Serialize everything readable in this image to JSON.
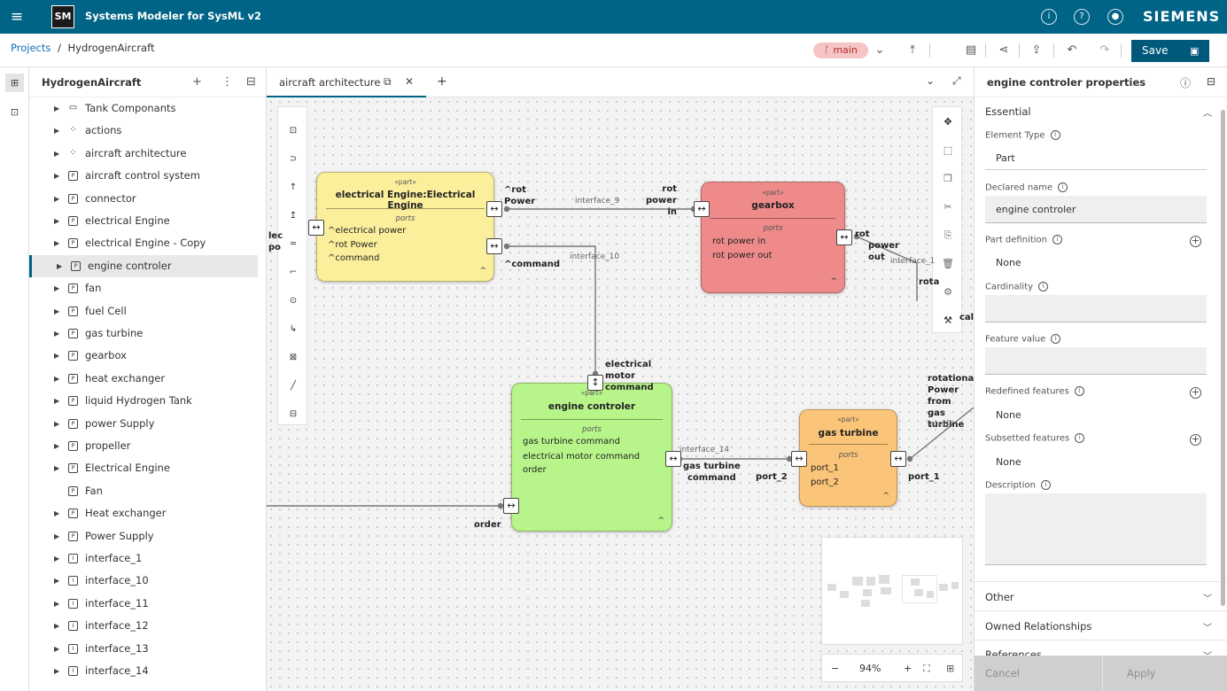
{
  "app": {
    "logo": "SM",
    "title": "Systems Modeler for SysML v2",
    "brand": "SIEMENS",
    "icons": [
      "menu-icon",
      "info-icon",
      "help-icon",
      "user-icon"
    ]
  },
  "breadcrumb": {
    "projects": "Projects",
    "separator": "/",
    "current": "HydrogenAircraft"
  },
  "toolbar": {
    "branch": "main",
    "save_label": "Save"
  },
  "tree": {
    "title": "HydrogenAircraft",
    "items": [
      {
        "label": "Tank Componants",
        "icon": "folder-icon",
        "expandable": true
      },
      {
        "label": "actions",
        "icon": "actions-icon",
        "expandable": true
      },
      {
        "label": "aircraft architecture",
        "icon": "actions-icon",
        "expandable": true
      },
      {
        "label": "aircraft control system",
        "icon": "part-icon",
        "expandable": true
      },
      {
        "label": "connector",
        "icon": "part-icon",
        "expandable": true
      },
      {
        "label": "electrical Engine",
        "icon": "part-icon",
        "expandable": true
      },
      {
        "label": "electrical Engine - Copy",
        "icon": "part-icon",
        "expandable": true
      },
      {
        "label": "engine controler",
        "icon": "part-icon",
        "expandable": true,
        "selected": true
      },
      {
        "label": "fan",
        "icon": "part-icon",
        "expandable": true
      },
      {
        "label": "fuel Cell",
        "icon": "part-icon",
        "expandable": true
      },
      {
        "label": "gas turbine",
        "icon": "part-icon",
        "expandable": true
      },
      {
        "label": "gearbox",
        "icon": "part-icon",
        "expandable": true
      },
      {
        "label": "heat exchanger",
        "icon": "part-icon",
        "expandable": true
      },
      {
        "label": "liquid Hydrogen Tank",
        "icon": "part-icon",
        "expandable": true
      },
      {
        "label": "power Supply",
        "icon": "part-icon",
        "expandable": true
      },
      {
        "label": "propeller",
        "icon": "part-icon",
        "expandable": true
      },
      {
        "label": "Electrical Engine",
        "icon": "part-def-icon",
        "expandable": true
      },
      {
        "label": "Fan",
        "icon": "part-def-icon",
        "expandable": false
      },
      {
        "label": "Heat exchanger",
        "icon": "part-def-icon",
        "expandable": true
      },
      {
        "label": "Power Supply",
        "icon": "part-def-icon",
        "expandable": true
      },
      {
        "label": "interface_1",
        "icon": "interface-icon",
        "expandable": true
      },
      {
        "label": "interface_10",
        "icon": "interface-icon",
        "expandable": true
      },
      {
        "label": "interface_11",
        "icon": "interface-icon",
        "expandable": true
      },
      {
        "label": "interface_12",
        "icon": "interface-icon",
        "expandable": true
      },
      {
        "label": "interface_13",
        "icon": "interface-icon",
        "expandable": true
      },
      {
        "label": "interface_14",
        "icon": "interface-icon",
        "expandable": true
      }
    ]
  },
  "editor": {
    "tab_label": "aircraft architecture",
    "add_tab": "+"
  },
  "diagram": {
    "stereotype": "«part»",
    "ports_label": "ports",
    "electrical_engine": {
      "name": "electrical Engine:Electrical Engine",
      "ports": [
        "^electrical power",
        "^rot Power",
        "^command"
      ]
    },
    "gearbox": {
      "name": "gearbox",
      "ports": [
        "rot power in",
        "rot power out"
      ]
    },
    "engine_controler": {
      "name": "engine controler",
      "ports": [
        "gas turbine command",
        "electrical motor command",
        "order"
      ]
    },
    "gas_turbine": {
      "name": "gas turbine",
      "ports": [
        "port_1",
        "port_2"
      ]
    },
    "labels": {
      "rot_power_out": "^rot\nPower",
      "command_out": "^command",
      "rot_power_in": "rot\npower\nin",
      "rot": "rot",
      "power_out": "power\nout",
      "electrical_motor_command": "electrical\nmotor\ncommand",
      "gas_turbine_command": "gas turbine\ncommand",
      "port_2": "port_2",
      "port_1": "port_1",
      "order": "order",
      "rotational_power": "rotational\nPower\nfrom\ngas\nturbine",
      "left_cut": "lec\npo",
      "rota_cut": "rota",
      "cal_cut": "cal"
    },
    "interfaces": {
      "i9": "interface_9",
      "i10": "interface_10",
      "i14": "interface_14",
      "i1": "interface_1",
      "i_cut": "interfa"
    }
  },
  "zoom": {
    "level": "94%",
    "minus": "−",
    "plus": "+"
  },
  "properties": {
    "title": "engine controler properties",
    "essential": "Essential",
    "element_type_label": "Element Type",
    "element_type": "Part",
    "declared_name_label": "Declared name",
    "declared_name": "engine controler",
    "part_definition_label": "Part definition",
    "part_definition": "None",
    "cardinality_label": "Cardinality",
    "cardinality": "",
    "feature_value_label": "Feature value",
    "feature_value": "",
    "redefined_label": "Redefined features",
    "redefined": "None",
    "subsetted_label": "Subsetted features",
    "subsetted": "None",
    "description_label": "Description",
    "description": "",
    "other": "Other",
    "owned_relationships": "Owned Relationships",
    "references": "References",
    "cancel": "Cancel",
    "apply": "Apply"
  }
}
